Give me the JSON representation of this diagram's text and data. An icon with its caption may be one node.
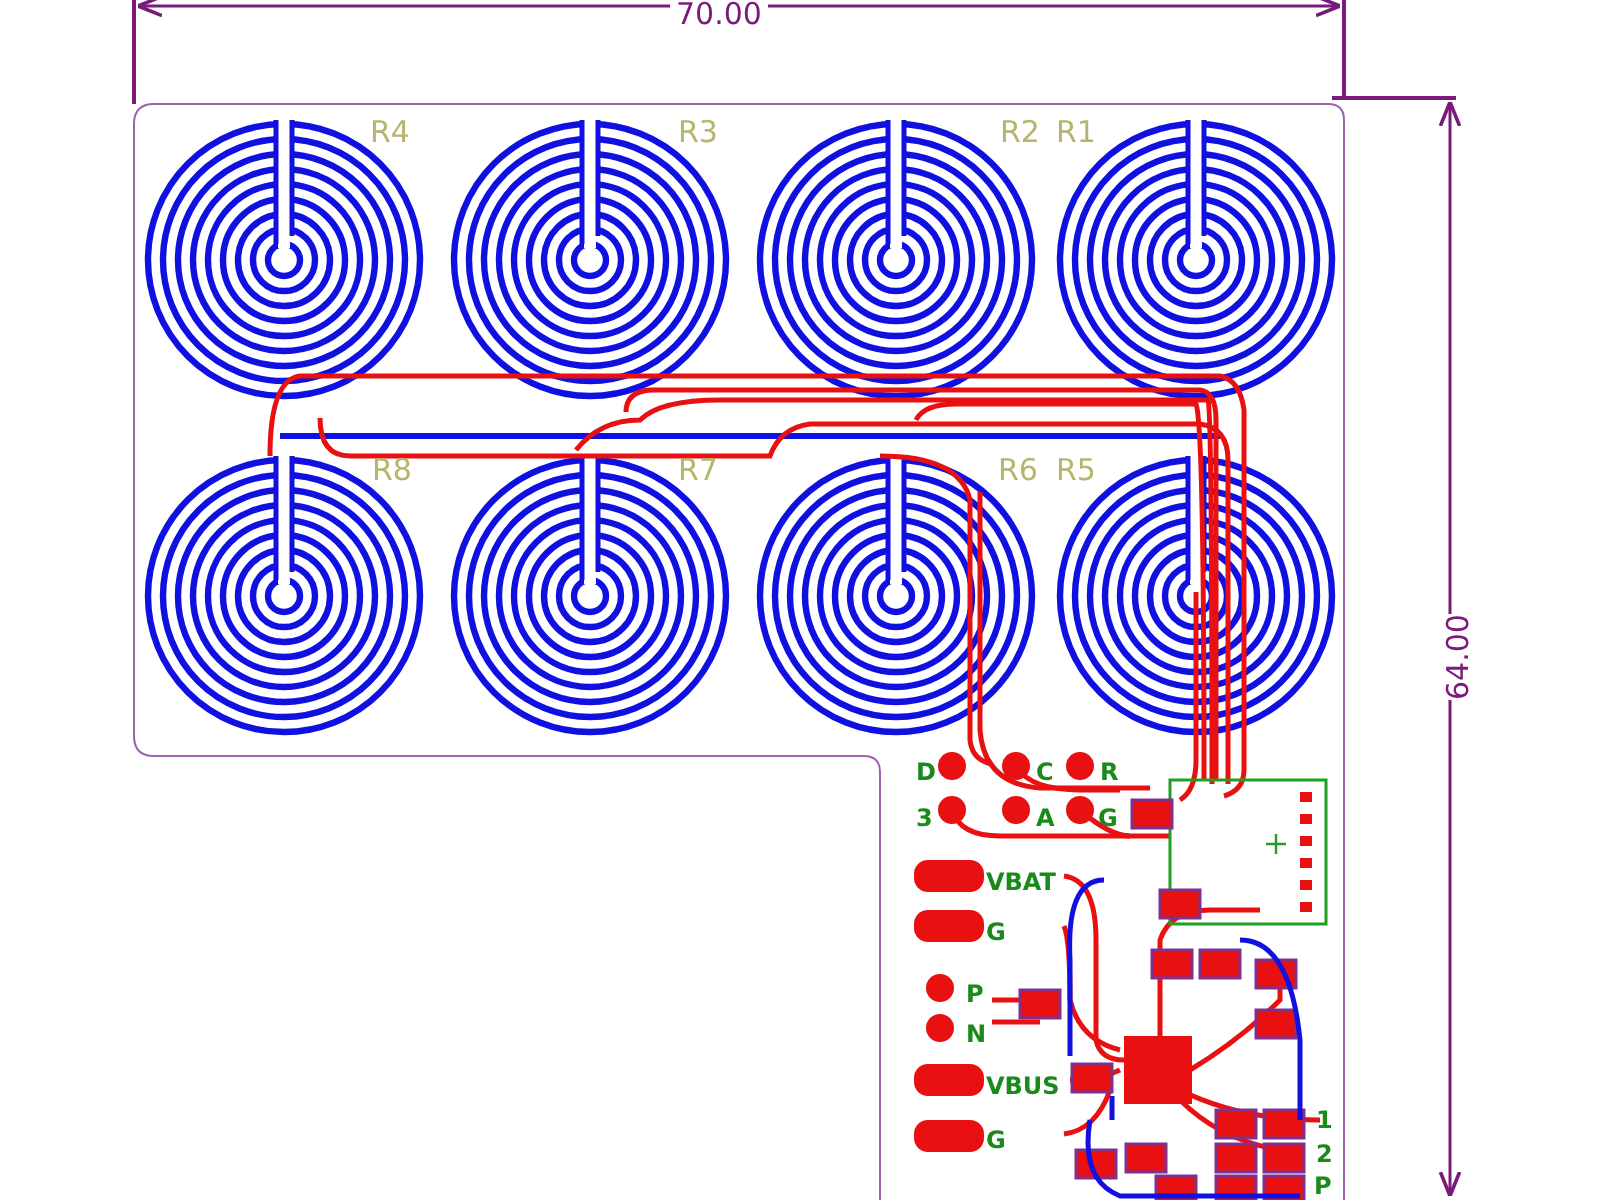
{
  "diagram": {
    "labels": [
      "70.00",
      "R4",
      "R3",
      "R2",
      "R1",
      "64.00",
      "R8",
      "R7",
      "R6",
      "R5",
      "D",
      "C",
      "R",
      "3",
      "A",
      "G",
      "VBAT",
      "G",
      "P",
      "N",
      "VBUS",
      "G",
      "1",
      "2",
      "P"
    ]
  }
}
